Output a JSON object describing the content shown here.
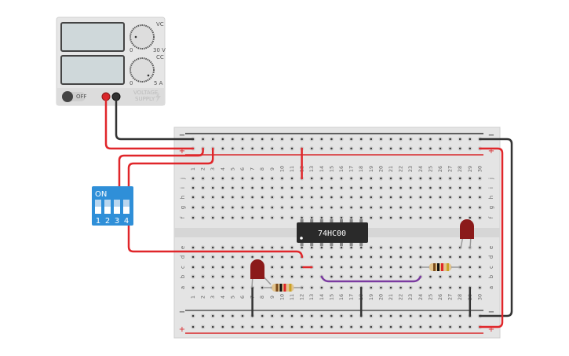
{
  "power_supply": {
    "switch_label": "OFF",
    "brand_label": [
      "VOLTAGE",
      "SUPPLY"
    ],
    "voltage_indicator": "VC",
    "current_indicator": "CC",
    "voltage_dial": {
      "min": "0",
      "max": "30 V"
    },
    "current_dial": {
      "min": "0",
      "max": "5 A"
    }
  },
  "dip_switch": {
    "label": "ON",
    "positions": [
      "1",
      "2",
      "3",
      "4"
    ],
    "color": "#2f8fd8"
  },
  "chip": {
    "label": "74HC00"
  },
  "breadboard": {
    "columns": [
      "1",
      "2",
      "3",
      "4",
      "5",
      "6",
      "7",
      "8",
      "9",
      "10",
      "11",
      "12",
      "13",
      "14",
      "15",
      "16",
      "17",
      "18",
      "19",
      "20",
      "21",
      "22",
      "23",
      "24",
      "25",
      "26",
      "27",
      "28",
      "29",
      "30"
    ],
    "top_rows": [
      "j",
      "i",
      "h",
      "g",
      "f"
    ],
    "bottom_rows": [
      "e",
      "d",
      "c",
      "b",
      "a"
    ],
    "rail_minus": "−",
    "rail_plus": "+"
  },
  "colors": {
    "wire_red": "#e0262a",
    "wire_black": "#333333",
    "wire_purple": "#7a3aa0",
    "led": "#8b1a1a"
  }
}
